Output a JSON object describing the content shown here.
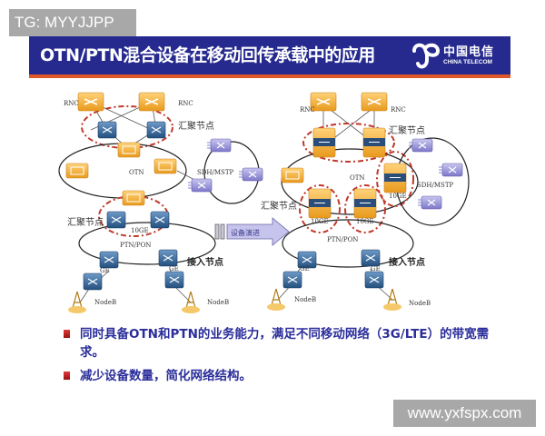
{
  "watermarks": {
    "top": "TG: MYYJJPP",
    "bottom": "www.yxfspx.com"
  },
  "header": {
    "title": "OTN/PTN混合设备在移动回传承载中的应用",
    "logo_cn": "中国电信",
    "logo_en": "CHINA TELECOM",
    "colors": {
      "banner": "#262a8e",
      "accent_line": "#e0582a"
    }
  },
  "diagram": {
    "left": {
      "rnc1": "RNC",
      "rnc2": "RNC",
      "agg_top": "汇聚节点",
      "otn": "OTN",
      "sdh": "SDH/MSTP",
      "agg_bottom": "汇聚节点",
      "link": "10GE",
      "ptn": "PTN/PON",
      "access": "接入节点",
      "ge1": "GE",
      "ge2": "GE",
      "nodeb1": "NodeB",
      "nodeb2": "NodeB"
    },
    "arrow_label": "设备演进",
    "right": {
      "rnc1": "RNC",
      "rnc2": "RNC",
      "agg_top": "汇聚节点",
      "otn": "OTN",
      "sdh": "SDH/MSTP",
      "agg_bottom": "汇聚节点",
      "link1": "10GE",
      "link2": "10GE",
      "link3": "10GE",
      "ptn": "PTN/PON",
      "access": "接入节点",
      "ge1": "GE",
      "ge2": "GE",
      "nodeb1": "NodeB",
      "nodeb2": "NodeB"
    }
  },
  "bullets": [
    "同时具备OTN和PTN的业务能力，满足不同移动网络（3G/LTE）的带宽需求。",
    "减少设备数量，简化网络结构。"
  ]
}
